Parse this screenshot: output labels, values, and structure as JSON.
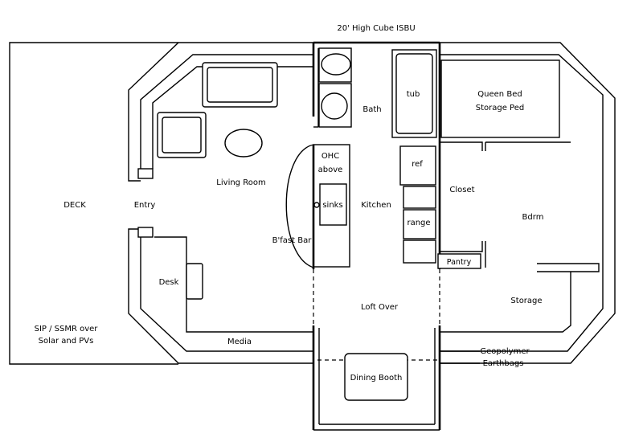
{
  "title": "20' High Cube ISBU",
  "labels": {
    "deck": "DECK",
    "entry": "Entry",
    "living_room": "Living Room",
    "ohc_line1": "OHC",
    "ohc_line2": "above",
    "sinks": "sinks",
    "bfast_bar": "B'fast Bar",
    "kitchen": "Kitchen",
    "bath": "Bath",
    "tub": "tub",
    "queen_line1": "Queen Bed",
    "queen_line2": "Storage Ped",
    "ref": "ref",
    "range": "range",
    "closet": "Closet",
    "bdrm": "Bdrm",
    "pantry": "Pantry",
    "desk": "Desk",
    "loft_over": "Loft Over",
    "storage": "Storage",
    "sip_line1": "SIP / SSMR over",
    "sip_line2": "Solar and PVs",
    "media": "Media",
    "geopolymer": "Geopolymer",
    "earthbags": "Earthbags",
    "dining_booth": "Dining Booth"
  }
}
